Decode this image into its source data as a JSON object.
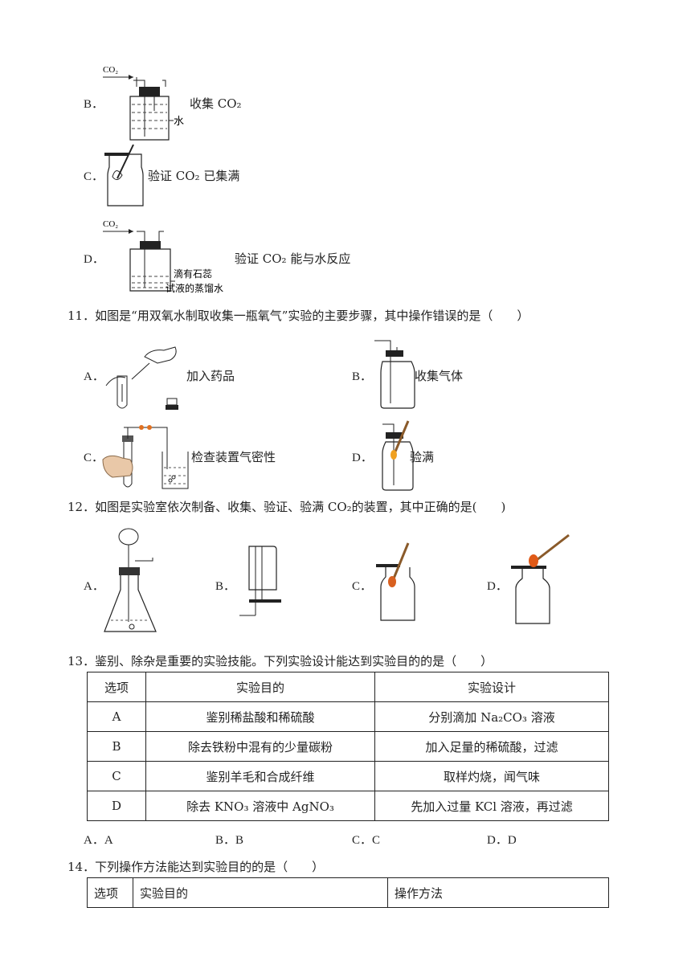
{
  "q10": {
    "options": [
      {
        "letter": "B．",
        "caption": "收集 CO₂",
        "svg_label_gas": "CO₂",
        "svg_label_side": "水"
      },
      {
        "letter": "C．",
        "caption": "验证 CO₂ 已集满"
      },
      {
        "letter": "D．",
        "caption": "验证 CO₂ 能与水反应",
        "svg_label_gas": "CO₂",
        "svg_label_l1": "滴有石蕊",
        "svg_label_l2": "试液的蒸馏水"
      }
    ]
  },
  "q11": {
    "stem": "11．如图是“用双氧水制取收集一瓶氧气”实验的主要步骤，其中操作错误的是（　　）",
    "options": [
      {
        "letter": "A．",
        "caption": "加入药品"
      },
      {
        "letter": "B．",
        "caption": "收集气体"
      },
      {
        "letter": "C．",
        "caption": "检查装置气密性"
      },
      {
        "letter": "D．",
        "caption": "验满"
      }
    ]
  },
  "q12": {
    "stem": "12．如图是实验室依次制备、收集、验证、验满 CO₂的装置，其中正确的是(　　)",
    "options": [
      {
        "letter": "A．"
      },
      {
        "letter": "B．"
      },
      {
        "letter": "C．"
      },
      {
        "letter": "D．"
      }
    ]
  },
  "q13": {
    "stem": "13．鉴别、除杂是重要的实验技能。下列实验设计能达到实验目的的是（　　）",
    "headers": [
      "选项",
      "实验目的",
      "实验设计"
    ],
    "rows": [
      [
        "A",
        "鉴别稀盐酸和稀硫酸",
        "分别滴加 Na₂CO₃ 溶液"
      ],
      [
        "B",
        "除去铁粉中混有的少量碳粉",
        "加入足量的稀硫酸，过滤"
      ],
      [
        "C",
        "鉴别羊毛和合成纤维",
        "取样灼烧，闻气味"
      ],
      [
        "D",
        "除去 KNO₃ 溶液中 AgNO₃",
        "先加入过量 KCl 溶液，再过滤"
      ]
    ],
    "answers": [
      "A．A",
      "B．B",
      "C．C",
      "D．D"
    ]
  },
  "q14": {
    "stem": "14．下列操作方法能达到实验目的的是（　　）",
    "headers": [
      "选项",
      "实验目的",
      "操作方法"
    ]
  }
}
